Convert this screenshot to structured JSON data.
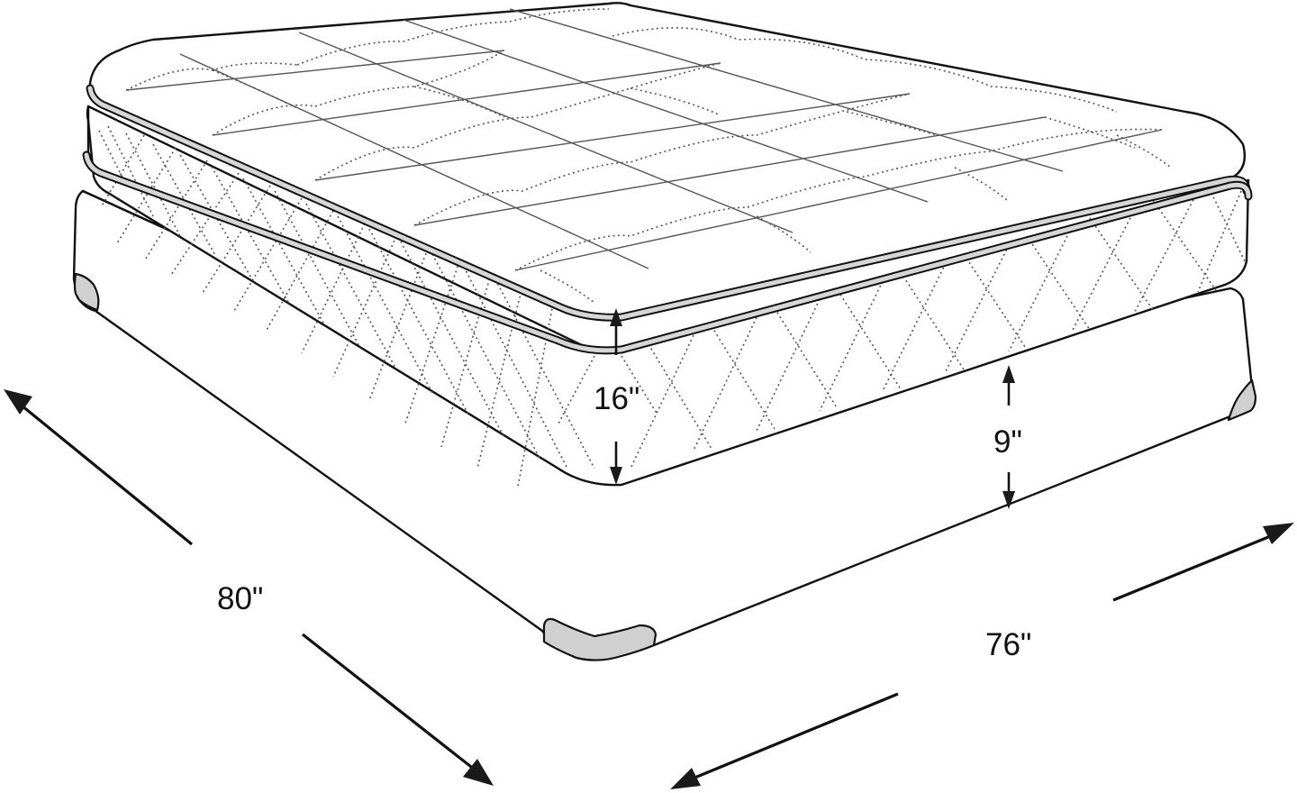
{
  "figure": {
    "subject": "Pillow-top mattress on box spring with dimension callouts",
    "colors": {
      "line": "#111111",
      "stitch": "#555555",
      "corner_guard": "#d0d0d0",
      "welt_cord": "#d6d6d6",
      "background": "#ffffff"
    }
  },
  "dimensions": {
    "length": {
      "label": "80\"",
      "value": 80,
      "unit": "in"
    },
    "width": {
      "label": "76\"",
      "value": 76,
      "unit": "in"
    },
    "mattress_height": {
      "label": "16\"",
      "value": 16,
      "unit": "in"
    },
    "foundation_height": {
      "label": "9\"",
      "value": 9,
      "unit": "in"
    }
  },
  "parts": {
    "pillow_top": "quilted grid top with scalloped stitching",
    "mattress_border": "diamond-quilted side panel",
    "foundation": "box spring",
    "corner_guards": 3
  }
}
